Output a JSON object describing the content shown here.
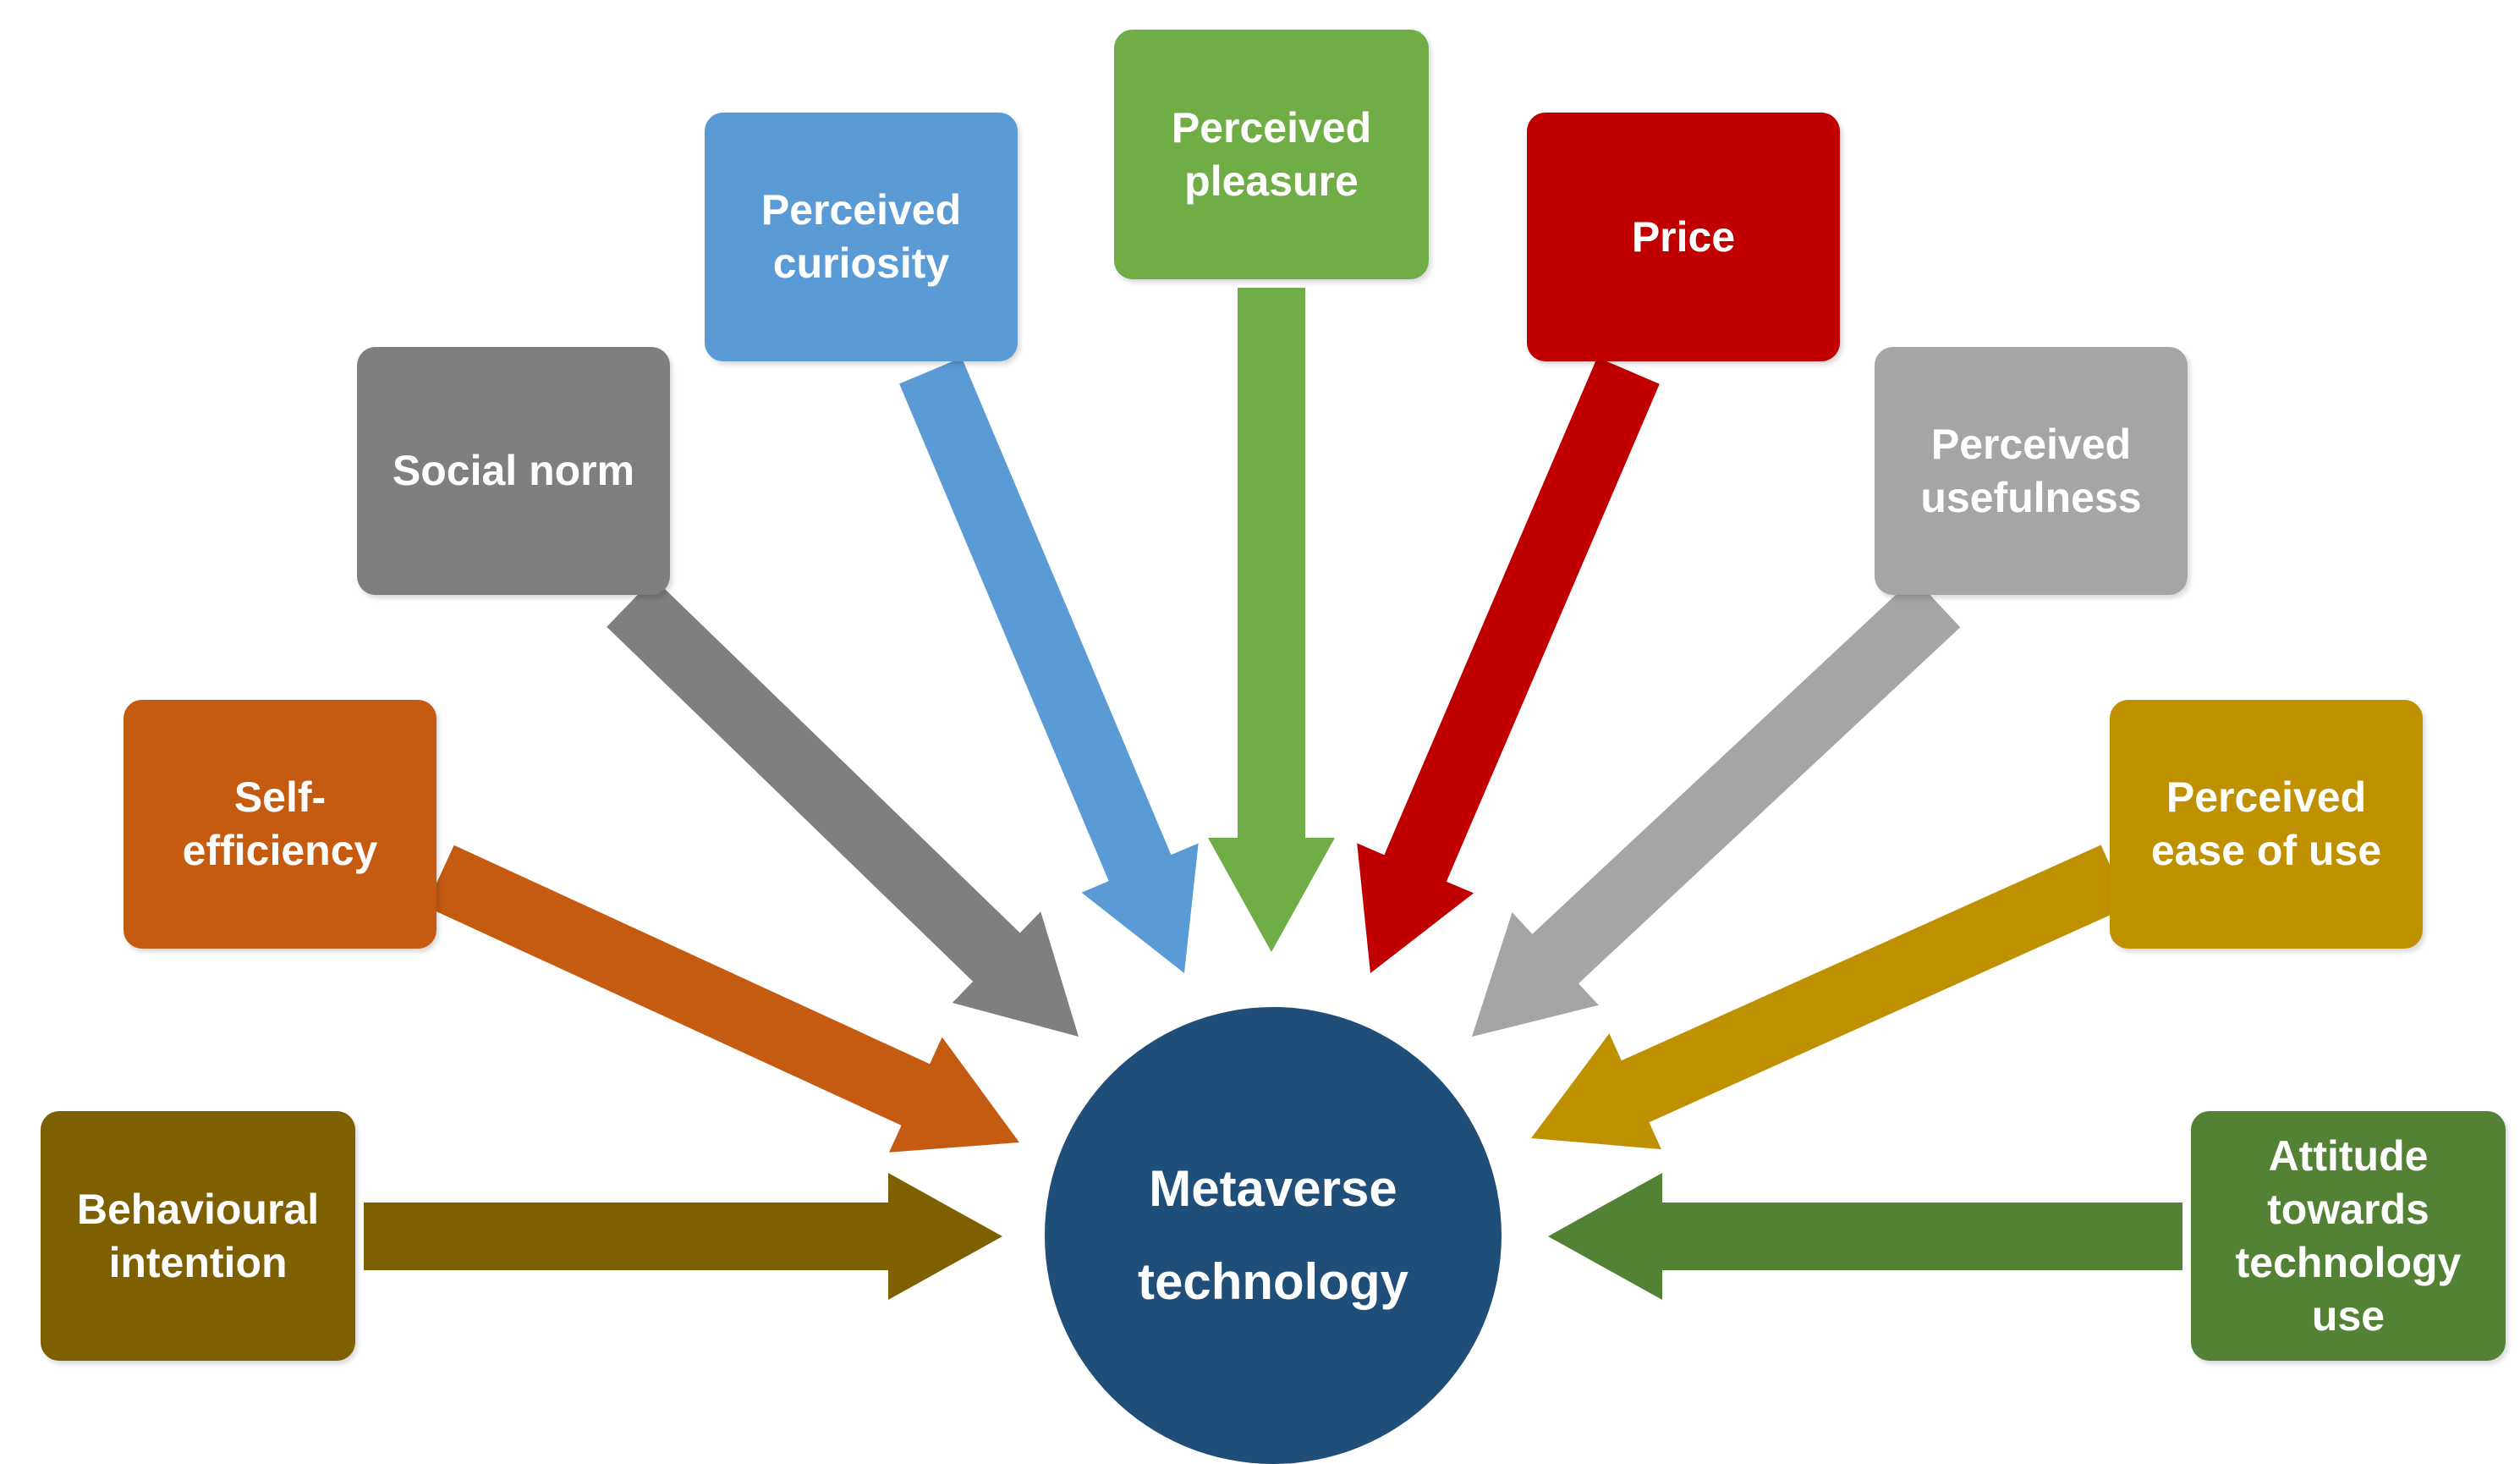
{
  "center": {
    "label": "Metaverse\ntechnology",
    "color": "#1f4e79"
  },
  "factors": [
    {
      "id": "behavioural-intention",
      "label": "Behavioural\nintention",
      "color": "#7f6000"
    },
    {
      "id": "self-efficiency",
      "label": "Self-efficiency",
      "color": "#c55a11"
    },
    {
      "id": "social-norm",
      "label": "Social norm",
      "color": "#7f7f7f"
    },
    {
      "id": "perceived-curiosity",
      "label": "Perceived\ncuriosity",
      "color": "#5b9bd5"
    },
    {
      "id": "perceived-pleasure",
      "label": "Perceived\npleasure",
      "color": "#70ad47"
    },
    {
      "id": "price",
      "label": "Price",
      "color": "#c00000"
    },
    {
      "id": "perceived-usefulness",
      "label": "Perceived\nusefulness",
      "color": "#a5a5a5"
    },
    {
      "id": "perceived-ease-of-use",
      "label": "Perceived\nease of use",
      "color": "#bf9000"
    },
    {
      "id": "attitude-towards-technology-use",
      "label": "Attitude\ntowards\ntechnology\nuse",
      "color": "#548235"
    }
  ]
}
